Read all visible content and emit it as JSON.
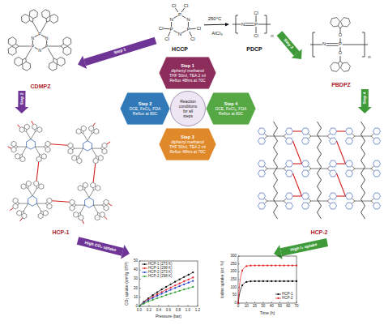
{
  "diagram": {
    "nodes": [
      {
        "text": [
          "HCCP"
        ]
      },
      {
        "text": [
          "PDCP"
        ]
      },
      {
        "text": [
          "CDMPZ"
        ]
      },
      {
        "text": [
          "PBDPZ"
        ]
      },
      {
        "text": [
          "HCP-1"
        ]
      },
      {
        "text": [
          "HCP-2"
        ]
      },
      {
        "text": [
          "Step 1",
          "diphenyl methanol THF 50ml, TEA 2 ml Reflux 48hrs at 70C"
        ]
      },
      {
        "text": [
          "Step 2",
          "DCE, FeCl₃, FDA Reflux at 80C"
        ]
      },
      {
        "text": [
          "Reaction conditions for all steps"
        ]
      },
      {
        "text": [
          "Step 4",
          "DCE, FeCl₃, FDA Reflux at 80C"
        ]
      },
      {
        "text": [
          "Step 3",
          "diphenyl methanol THF 50ml, TEA 2 ml Reflux 48hrs at 70C"
        ]
      }
    ],
    "edges": [
      {
        "from": 0,
        "to": 1,
        "label": "250°C",
        "arrow": "to"
      },
      {
        "from": 0,
        "to": 2,
        "label": "Step 1",
        "arrow": "to"
      },
      {
        "from": 2,
        "to": 4,
        "label": "Step 2",
        "arrow": "to"
      },
      {
        "from": 1,
        "to": 3,
        "label": "Step 3",
        "arrow": "to"
      },
      {
        "from": 3,
        "to": 5,
        "label": "Step 4",
        "arrow": "to"
      }
    ],
    "labels": [
      "Cl",
      "Cl",
      "Cl",
      "Cl",
      "Cl",
      "Cl",
      "P",
      "P",
      "P",
      "N",
      "N",
      "N",
      "AlCl₃",
      "Cl",
      "Cl",
      "N",
      "P",
      "n",
      "P",
      "P",
      "P",
      "N",
      "N",
      "N",
      "N",
      "P",
      "O",
      "O",
      "n",
      "High CO₂ uptake",
      "High I₂ uptake",
      "CO₂ uptake (cm³/g STP)",
      "Pressure (bar)",
      "0.0",
      "0.2",
      "0.4",
      "0.6",
      "0.8",
      "1.0",
      "1.2",
      "0",
      "10",
      "20",
      "30",
      "40",
      "50",
      "Iodine uptake (wt. %)",
      "Time (h)",
      "0",
      "10",
      "20",
      "30",
      "40",
      "50",
      "60",
      "70",
      "0",
      "50",
      "100",
      "150",
      "200",
      "250",
      "300"
    ],
    "legend": [
      {
        "text": "HCP-1 (273 K)"
      },
      {
        "text": "HCP-1 (298 K)"
      },
      {
        "text": "HCP-2 (273 K)"
      },
      {
        "text": "HCP-2 (298 K)"
      },
      {
        "text": "HCP-1"
      },
      {
        "text": "HCP-2"
      }
    ]
  }
}
